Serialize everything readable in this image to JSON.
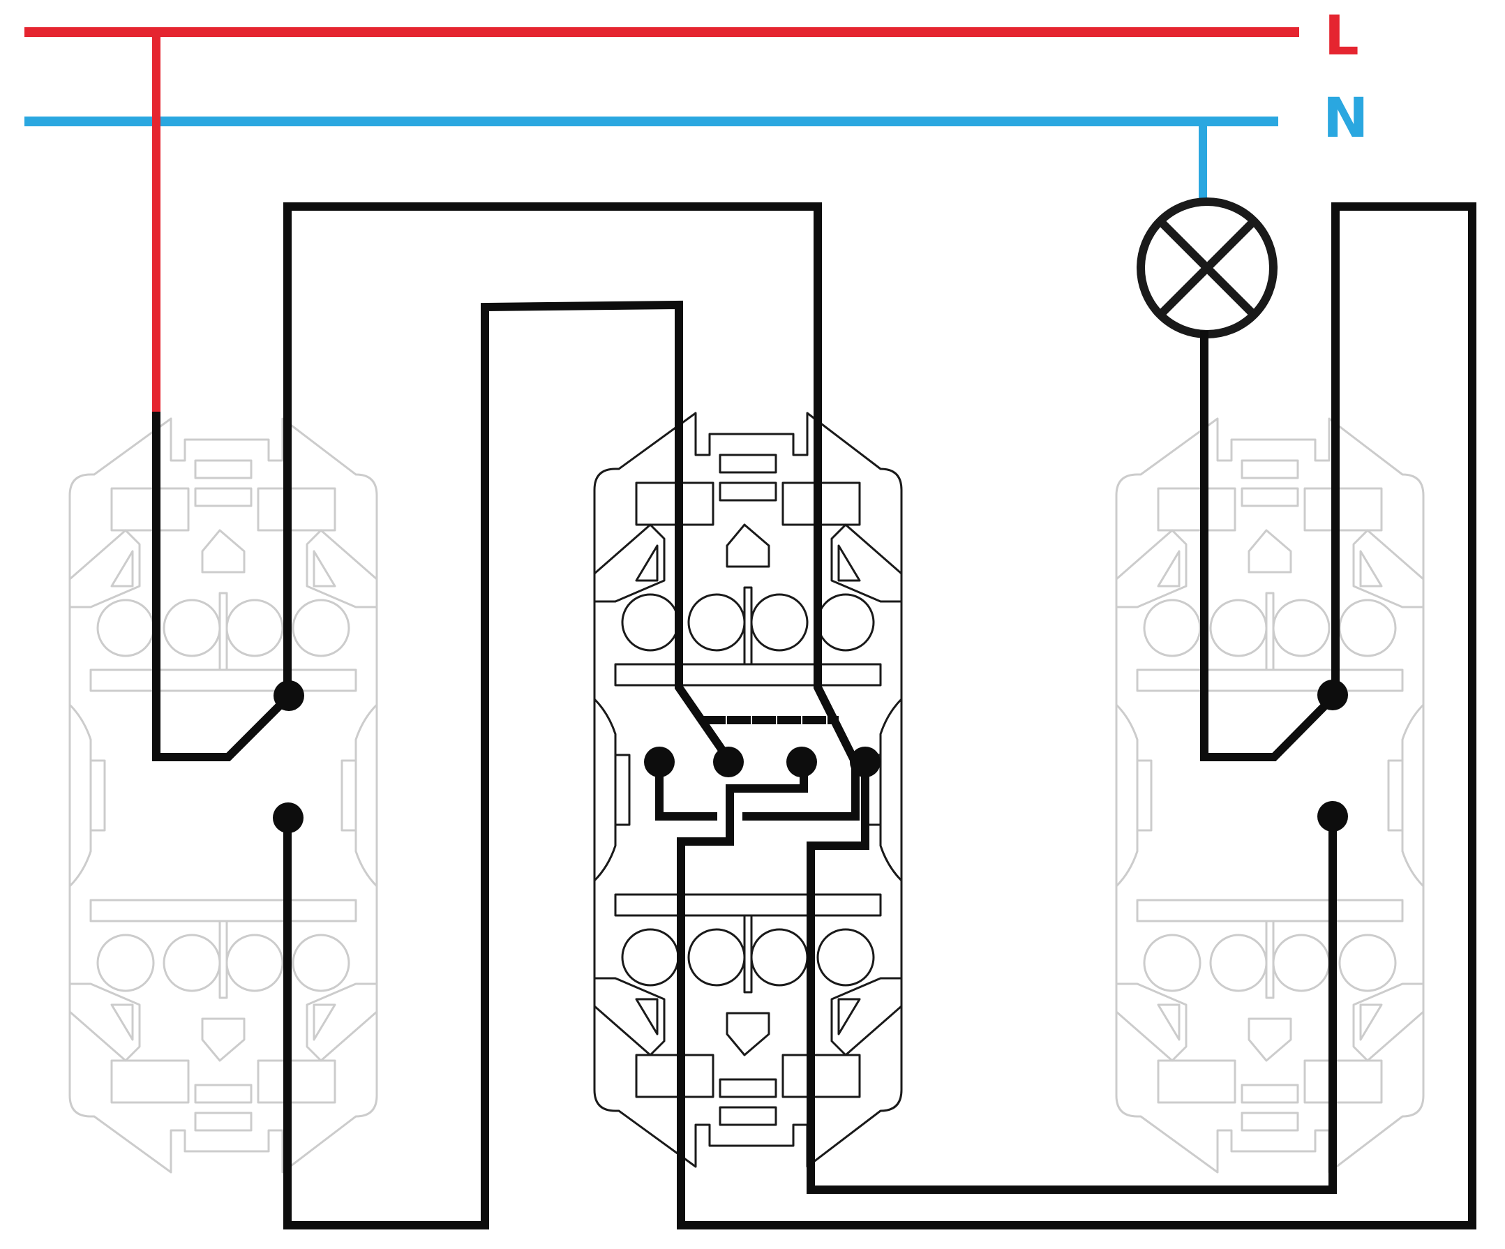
{
  "labels": {
    "line": "L",
    "neutral": "N"
  },
  "colors": {
    "line": "#e52530",
    "neutral": "#2aa7e0",
    "wire": "#0d0d0d",
    "device_faded": "#cccccc",
    "device_active": "#1a1a1a"
  },
  "components": {
    "left_switch": "two-way-switch",
    "center_switch": "intermediate-switch",
    "right_switch": "two-way-switch",
    "lamp": "lamp-symbol"
  }
}
